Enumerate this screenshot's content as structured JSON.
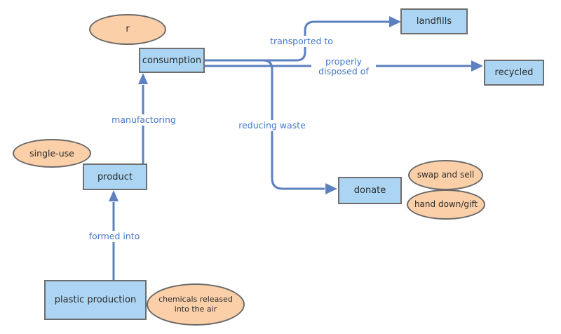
{
  "diagram": {
    "rect_nodes": [
      {
        "id": "consumption",
        "label": "consumption"
      },
      {
        "id": "landfills",
        "label": "landfills"
      },
      {
        "id": "recycled",
        "label": "recycled"
      },
      {
        "id": "product",
        "label": "product"
      },
      {
        "id": "plastic-production",
        "label": "plastic production"
      },
      {
        "id": "donate",
        "label": "donate"
      }
    ],
    "ellipse_nodes": [
      {
        "id": "r",
        "label": "r"
      },
      {
        "id": "single-use",
        "label": "single-use"
      },
      {
        "id": "chemicals-released",
        "label": "chemicals released into the air"
      },
      {
        "id": "swap-and-sell",
        "label": "swap and sell"
      },
      {
        "id": "hand-down-gift",
        "label": "hand down/gift"
      }
    ],
    "edges": [
      {
        "from": "consumption",
        "to": "landfills",
        "label": "transported to"
      },
      {
        "from": "consumption",
        "to": "recycled",
        "label": "properly disposed of"
      },
      {
        "from": "consumption",
        "to": "donate",
        "label": "reducing waste"
      },
      {
        "from": "product",
        "to": "consumption",
        "label": "manufactoring"
      },
      {
        "from": "plastic production",
        "to": "product",
        "label": "formed into"
      }
    ],
    "colors": {
      "rect_fill": "#abd5f2",
      "ellipse_fill": "#fbcfa8",
      "shape_border": "#6e6e6e",
      "connector": "#5c80c0",
      "edge_label_text": "#4478c8",
      "node_text": "#2b2b2b",
      "background": "#ffffff"
    }
  }
}
